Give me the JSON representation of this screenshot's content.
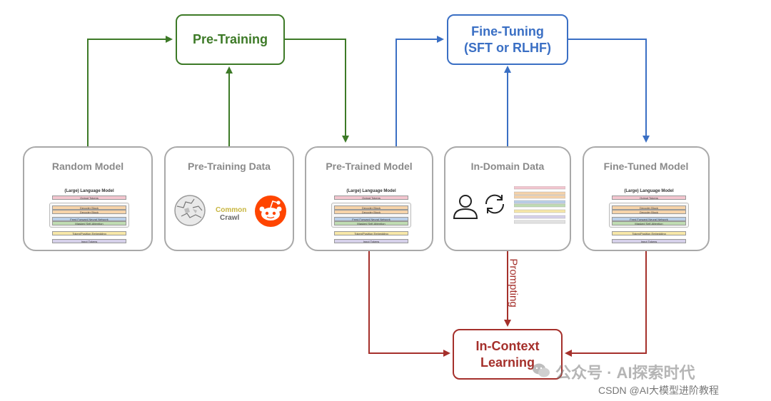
{
  "stages": {
    "pretraining": "Pre-Training",
    "finetuning_line1": "Fine-Tuning",
    "finetuning_line2": "(SFT or RLHF)",
    "incontext_line1": "In-Context",
    "incontext_line2": "Learning"
  },
  "boxes": {
    "random_model": "Random Model",
    "pretraining_data": "Pre-Training Data",
    "pretrained_model": "Pre-Trained Model",
    "indomain_data": "In-Domain Data",
    "finetuned_model": "Fine-Tuned Model"
  },
  "arrow_labels": {
    "prompting": "Prompting"
  },
  "model_figure": {
    "title": "(Large) Language Model",
    "output": "Output Tokens",
    "decoder1": "Decoder Block",
    "decoder2": "Decoder Block",
    "ffn": "Feed Forward Neural Network",
    "attention": "Masked Self-Attention",
    "embedding": "Token/Position Embedding",
    "input": "Input Tokens"
  },
  "logos": {
    "common": "Common",
    "crawl": "Crawl"
  },
  "watermark": {
    "channel": "公众号 · AI探索时代",
    "csdn": "CSDN @AI大模型进阶教程"
  },
  "colors": {
    "green": "#3d7a27",
    "blue": "#3a6fc4",
    "red": "#a5302b",
    "grey_border": "#a9a9a9"
  }
}
